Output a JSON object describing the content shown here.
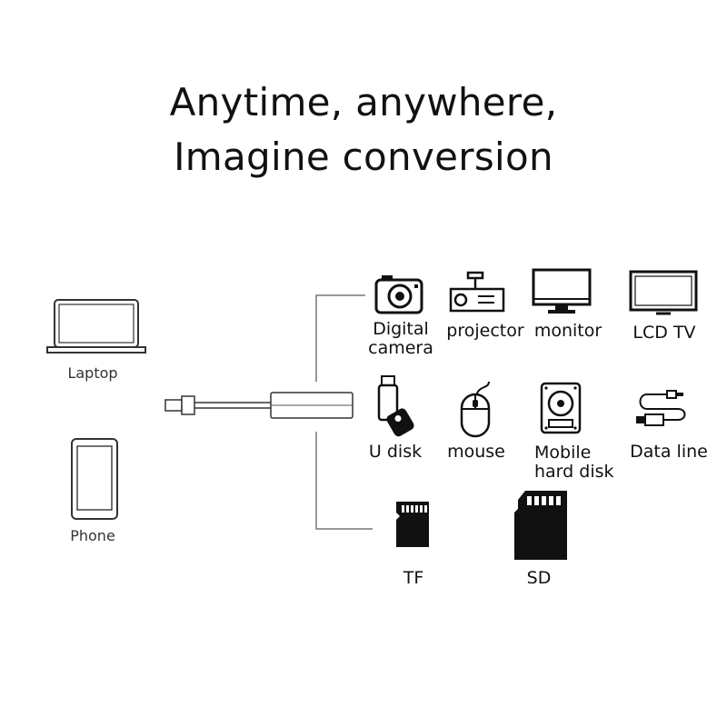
{
  "headline": {
    "line1": "Anytime, anywhere,",
    "line2": "Imagine conversion"
  },
  "sources": {
    "laptop": "Laptop",
    "phone": "Phone"
  },
  "devices": {
    "digital_camera_1": "Digital",
    "digital_camera_2": "camera",
    "projector": "projector",
    "monitor": "monitor",
    "lcd_tv": "LCD TV",
    "u_disk": "U disk",
    "mouse": "mouse",
    "mobile_hard_disk_1": "Mobile",
    "mobile_hard_disk_2": "hard disk",
    "data_line": "Data line",
    "tf": "TF",
    "sd": "SD"
  },
  "icons": [
    "laptop-icon",
    "phone-icon",
    "usb-c-hub-icon",
    "camera-icon",
    "projector-icon",
    "monitor-icon",
    "tv-icon",
    "usb-flash-drive-icon",
    "mouse-icon",
    "hard-disk-icon",
    "data-cable-icon",
    "tf-card-icon",
    "sd-card-icon"
  ]
}
